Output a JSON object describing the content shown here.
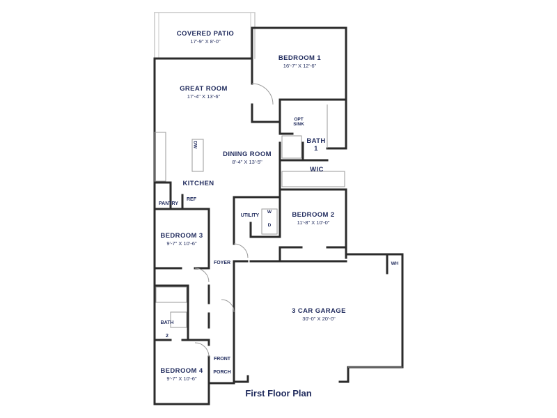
{
  "colors": {
    "wall": "#2b2b2b",
    "text": "#1f2a5c",
    "light": "#bdbdbd"
  },
  "rooms": {
    "covered_patio": {
      "name": "COVERED PATIO",
      "dim": "17'-9\" X 8'-0\""
    },
    "bedroom_1": {
      "name": "BEDROOM 1",
      "dim": "16'-7\" X 12'-6\""
    },
    "great_room": {
      "name": "GREAT ROOM",
      "dim": "17'-4\" X 13'-6\""
    },
    "dining_room": {
      "name": "DINING ROOM",
      "dim": "8'-4\" X 13'-5\""
    },
    "kitchen": {
      "name": "KITCHEN"
    },
    "pantry": {
      "name": "PANTRY"
    },
    "ref": {
      "name": "REF"
    },
    "dw": {
      "name": "DW"
    },
    "bath_1": {
      "name": "BATH\n1"
    },
    "opt_sink": {
      "name": "OPT\nSINK"
    },
    "wic": {
      "name": "WIC"
    },
    "utility": {
      "name": "UTILITY"
    },
    "washer": {
      "name": "W"
    },
    "dryer": {
      "name": "D"
    },
    "bedroom_2": {
      "name": "BEDROOM 2",
      "dim": "11'-8\" X 10'-0\""
    },
    "bedroom_3": {
      "name": "BEDROOM 3",
      "dim": "9'-7\" X 10'-6\""
    },
    "foyer": {
      "name": "FOYER"
    },
    "bath_2": {
      "name": "BATH\n2"
    },
    "garage": {
      "name": "3 CAR GARAGE",
      "dim": "30'-0\" X 20'-0\""
    },
    "wh": {
      "name": "WH"
    },
    "front_porch": {
      "name": "FRONT\nPORCH"
    },
    "bedroom_4": {
      "name": "BEDROOM 4",
      "dim": "9'-7\" X 10'-6\""
    }
  },
  "caption": "First Floor Plan"
}
